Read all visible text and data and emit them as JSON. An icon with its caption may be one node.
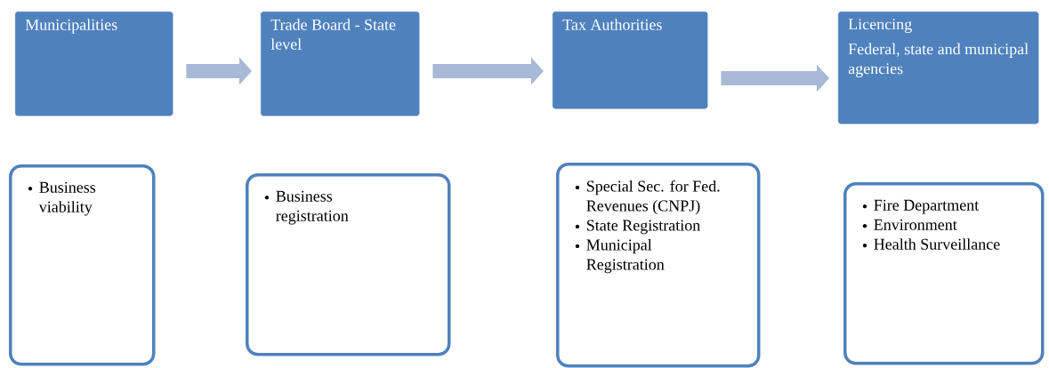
{
  "diagram": {
    "nodes": [
      {
        "text": [
          "Municipalities"
        ]
      },
      {
        "text": [
          "Trade Board - State level"
        ]
      },
      {
        "text": [
          "Tax Authorities"
        ]
      },
      {
        "text": [
          "Licencing",
          "Federal, state and municipal agencies"
        ]
      },
      {
        "text": [
          "Business viability"
        ]
      },
      {
        "text": [
          "Business registration"
        ]
      },
      {
        "text": [
          "Special Sec. for Fed. Revenues (CNPJ)",
          "State Registration",
          "Municipal Registration"
        ]
      },
      {
        "text": [
          "Fire Department",
          "Environment",
          "Health Surveillance"
        ]
      }
    ],
    "edges": [
      {
        "from": 0,
        "to": 1,
        "arrow": "to"
      },
      {
        "from": 1,
        "to": 2,
        "arrow": "to"
      },
      {
        "from": 2,
        "to": 3,
        "arrow": "to"
      }
    ]
  }
}
